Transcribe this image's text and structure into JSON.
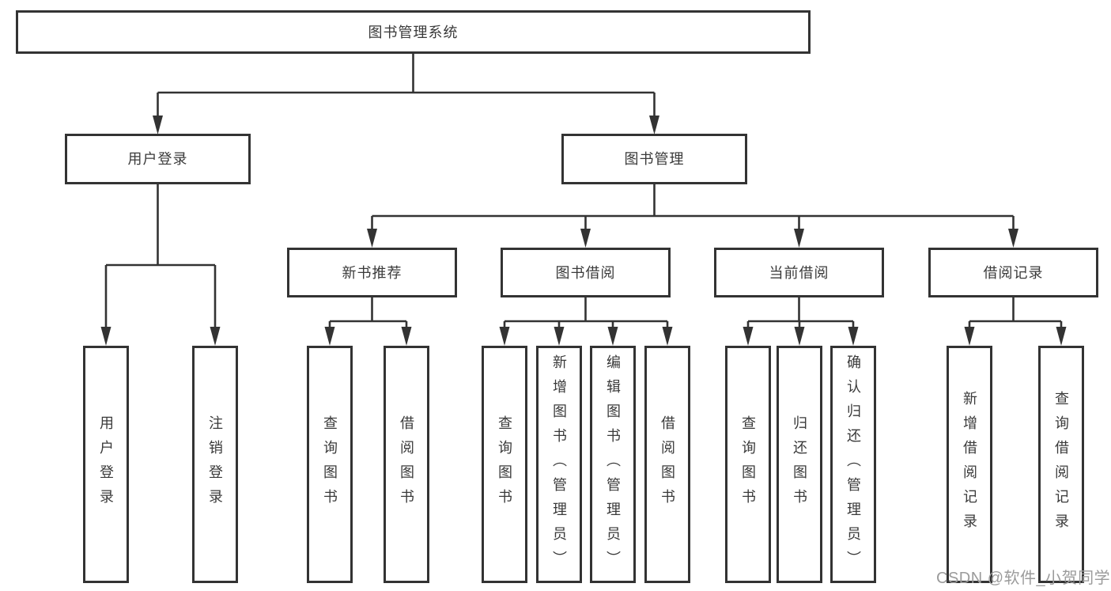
{
  "diagram_title": "图书管理系统",
  "tree": {
    "label": "图书管理系统",
    "children": [
      {
        "label": "用户登录",
        "children": [
          {
            "label": "用户登录"
          },
          {
            "label": "注销登录"
          }
        ]
      },
      {
        "label": "图书管理",
        "children": [
          {
            "label": "新书推荐",
            "children": [
              {
                "label": "查询图书"
              },
              {
                "label": "借阅图书"
              }
            ]
          },
          {
            "label": "图书借阅",
            "children": [
              {
                "label": "查询图书"
              },
              {
                "label": "新增图书（管理员）"
              },
              {
                "label": "编辑图书（管理员）"
              },
              {
                "label": "借阅图书"
              }
            ]
          },
          {
            "label": "当前借阅",
            "children": [
              {
                "label": "查询图书"
              },
              {
                "label": "归还图书"
              },
              {
                "label": "确认归还（管理员）"
              }
            ]
          },
          {
            "label": "借阅记录",
            "children": [
              {
                "label": "新增借阅记录"
              },
              {
                "label": "查询借阅记录"
              }
            ]
          }
        ]
      }
    ]
  },
  "watermark": "CSDN @软件_小贺同学",
  "colors": {
    "line": "#333333",
    "text": "#3a3a3a",
    "box_background": "#ffffff",
    "watermark": "#9b9b9b"
  }
}
